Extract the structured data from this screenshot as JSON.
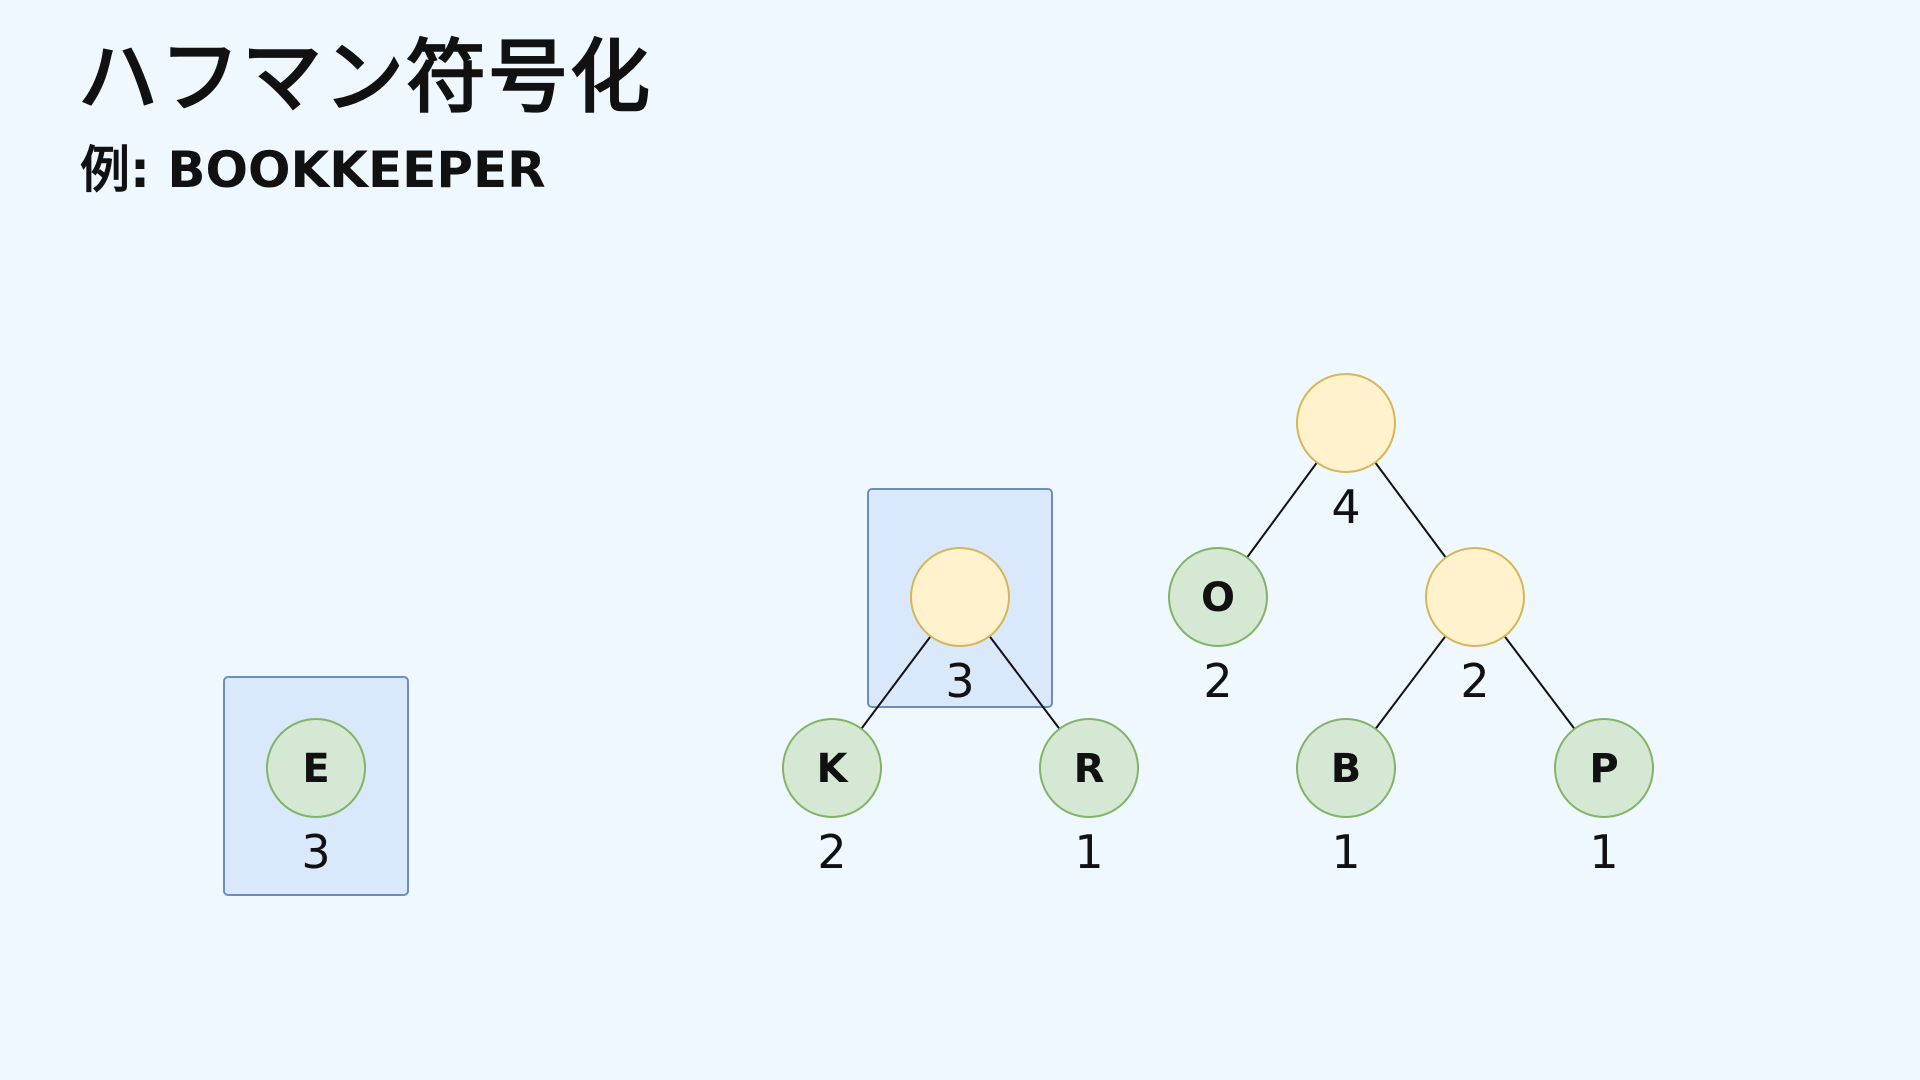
{
  "title": "ハフマン符号化",
  "subtitle": "例: BOOKKEEPER",
  "colors": {
    "background": "#eff8ff",
    "leaf_fill": "#d5e8d4",
    "leaf_stroke": "#82b366",
    "internal_fill": "#fff2cc",
    "internal_stroke": "#d6b656",
    "highlight_fill": "#dae8fc",
    "highlight_stroke": "#6c8ebf",
    "edge": "#111111"
  },
  "nodes": [
    {
      "id": "e",
      "kind": "leaf",
      "label": "E",
      "weight": "3"
    },
    {
      "id": "kr",
      "kind": "internal",
      "label": "",
      "weight": "3"
    },
    {
      "id": "k",
      "kind": "leaf",
      "label": "K",
      "weight": "2"
    },
    {
      "id": "r",
      "kind": "leaf",
      "label": "R",
      "weight": "1"
    },
    {
      "id": "root4",
      "kind": "internal",
      "label": "",
      "weight": "4"
    },
    {
      "id": "o",
      "kind": "leaf",
      "label": "O",
      "weight": "2"
    },
    {
      "id": "bp",
      "kind": "internal",
      "label": "",
      "weight": "2"
    },
    {
      "id": "b",
      "kind": "leaf",
      "label": "B",
      "weight": "1"
    },
    {
      "id": "p",
      "kind": "leaf",
      "label": "P",
      "weight": "1"
    }
  ],
  "edges": [
    {
      "from": "kr",
      "to": "k"
    },
    {
      "from": "kr",
      "to": "r"
    },
    {
      "from": "root4",
      "to": "o"
    },
    {
      "from": "root4",
      "to": "bp"
    },
    {
      "from": "bp",
      "to": "b"
    },
    {
      "from": "bp",
      "to": "p"
    }
  ],
  "highlighted": [
    "e",
    "kr"
  ]
}
